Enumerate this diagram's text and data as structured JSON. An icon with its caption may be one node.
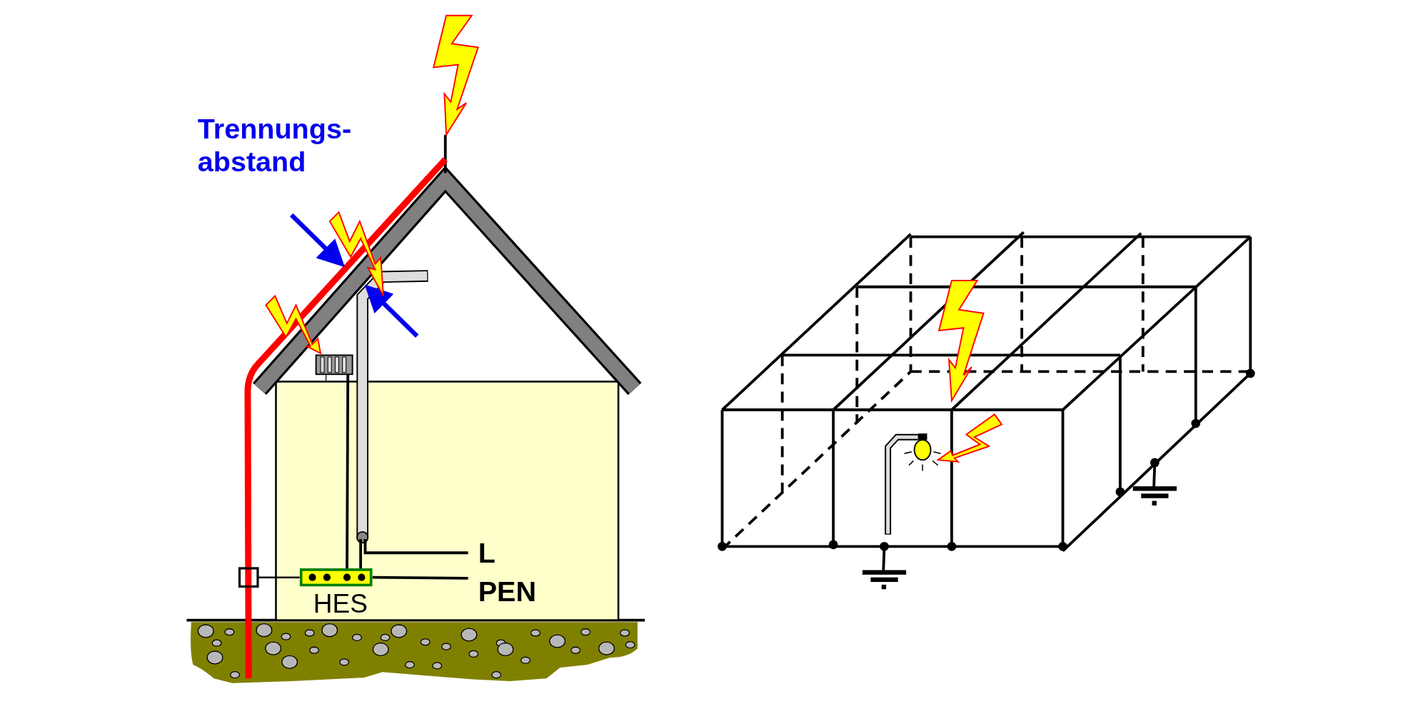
{
  "diagram": {
    "nodes": [
      {
        "text": [
          "HES"
        ]
      }
    ],
    "labels": [
      "Trennungs- abstand",
      "L",
      "PEN"
    ]
  }
}
